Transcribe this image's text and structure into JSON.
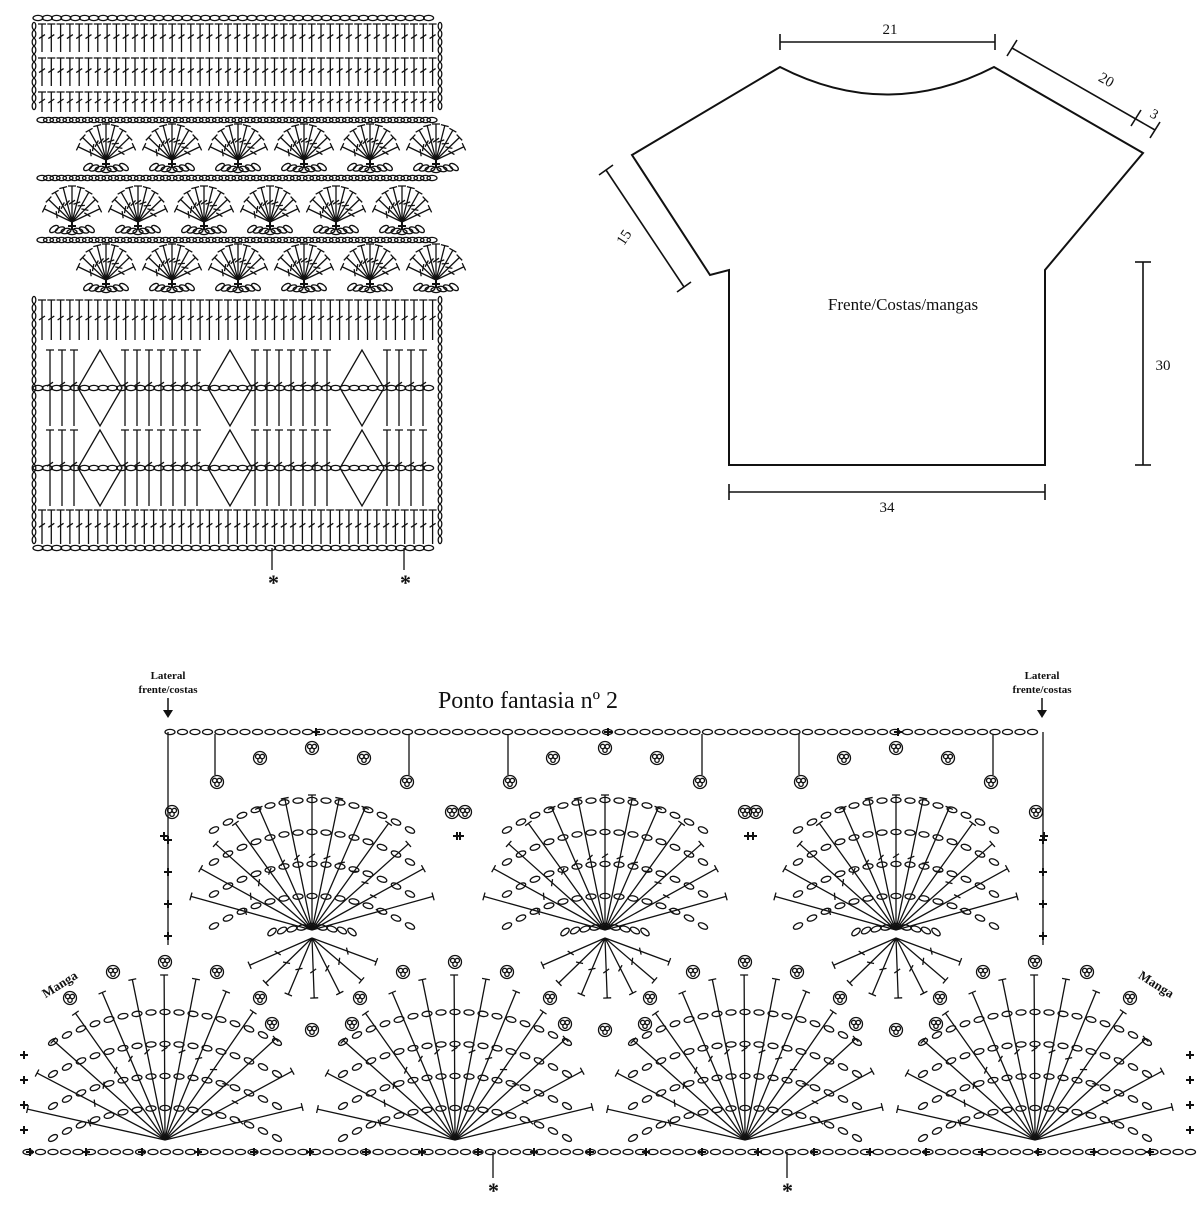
{
  "schematic": {
    "label": "Frente/Costas/mangas",
    "dimensions": {
      "neck": "21",
      "shoulder": "20",
      "sleeve_edge": "3",
      "sleeve_side": "15",
      "body_length": "30",
      "hem_width": "34"
    }
  },
  "chart1": {
    "repeat_marks": [
      "*",
      "*"
    ]
  },
  "chart2": {
    "title": "Ponto fantasia nº 2",
    "side_label_left": [
      "Lateral",
      "frente/costas"
    ],
    "side_label_right": [
      "Lateral",
      "frente/costas"
    ],
    "sleeve_label_left": "Manga",
    "sleeve_label_right": "Manga",
    "repeat_marks": [
      "*",
      "*"
    ]
  },
  "colors": {
    "ink": "#111111",
    "background": "#ffffff"
  }
}
